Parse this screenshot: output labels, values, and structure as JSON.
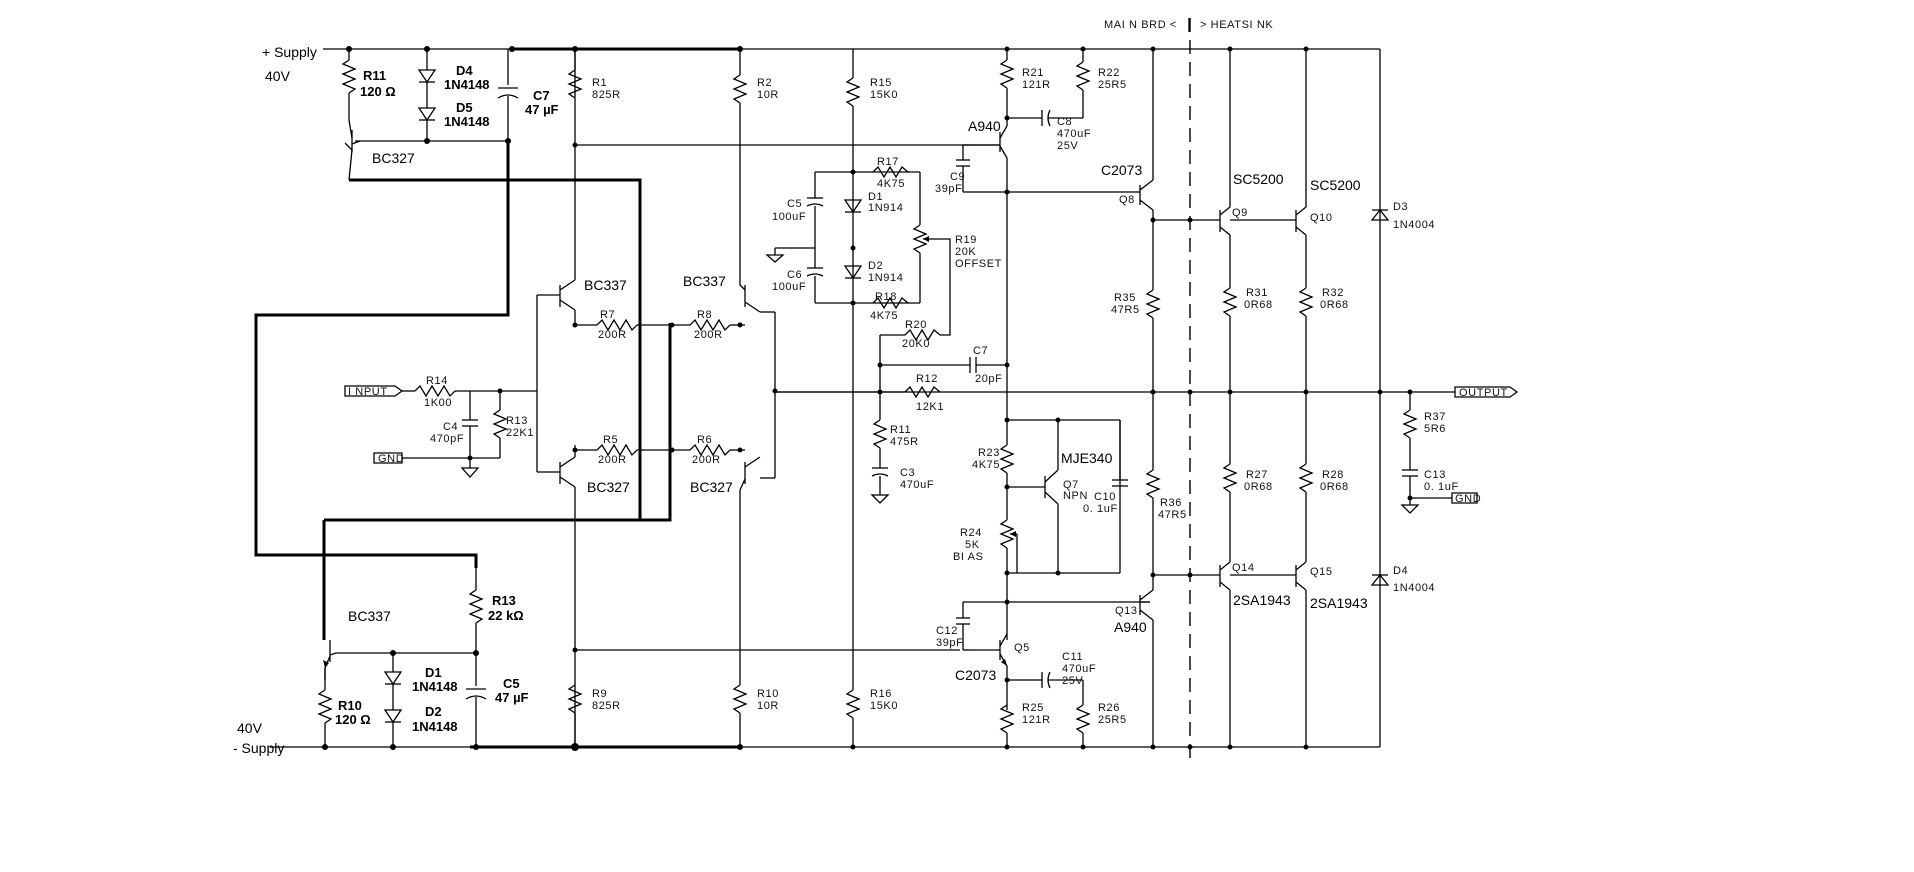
{
  "header": {
    "left": "MAI N  BRD  <",
    "right": ">  HEATSI NK"
  },
  "supply": {
    "pos_name": "+ Supply",
    "pos_volt": "40V",
    "neg_volt": "40V",
    "neg_name": "- Supply"
  },
  "ports": {
    "input": "I NPUT",
    "gnd_in": "GND",
    "output": "OUTPUT",
    "gnd_out": "GND"
  },
  "bold_parts": {
    "r11": "R11",
    "r11_v": "120 Ω",
    "d4": "D4",
    "d4_v": "1N4148",
    "d5": "D5",
    "d5_v": "1N4148",
    "c7": "C7",
    "c7_v": "47 µF",
    "r13": "R13",
    "r13_v": "22 kΩ",
    "r10": "R10",
    "r10_v": "120 Ω",
    "d1": "D1",
    "d1_v": "1N4148",
    "d2": "D2",
    "d2_v": "1N4148",
    "c5": "C5",
    "c5_v": "47 µF"
  },
  "transistor_types": {
    "bc327_top": "BC327",
    "bc337_left": "BC337",
    "bc337_mid": "BC337",
    "bc327_left": "BC327",
    "bc327_mid": "BC327",
    "bc337_bot": "BC337",
    "a940_top": "A940",
    "c2073_top": "C2073",
    "sc5200_a": "SC5200",
    "sc5200_b": "SC5200",
    "mje340": "MJE340",
    "a940_bot": "A940",
    "c2073_bot": "C2073",
    "sa1943_a": "2SA1943",
    "sa1943_b": "2SA1943"
  },
  "parts": {
    "r1": "R1",
    "r1_v": "825R",
    "r2": "R2",
    "r2_v": "10R",
    "r15": "R15",
    "r15_v": "15K0",
    "r21": "R21",
    "r21_v": "121R",
    "r22": "R22",
    "r22_v": "25R5",
    "c8": "C8",
    "c8_v": "470uF",
    "c8_v2": "25V",
    "r17": "R17",
    "r17_v": "4K75",
    "c9": "C9",
    "c9_v": "39pF",
    "c5s": "C5",
    "c5s_v": "100uF",
    "d1s": "D1",
    "d1s_v": "1N914",
    "r19": "R19",
    "r19_v": "20K",
    "r19_v2": "OFFSET",
    "c6": "C6",
    "c6_v": "100uF",
    "d2s": "D2",
    "d2s_v": "1N914",
    "r18": "R18",
    "r18_v": "4K75",
    "r20": "R20",
    "r20_v": "20K0",
    "c7s": "C7",
    "c7s_v": "20pF",
    "r12": "R12",
    "r12_v": "12K1",
    "r7": "R7",
    "r7_v": "200R",
    "r8": "R8",
    "r8_v": "200R",
    "r14": "R14",
    "r14_v": "1K00",
    "c4": "C4",
    "c4_v": "470pF",
    "r13s": "R13",
    "r13s_v": "22K1",
    "r5": "R5",
    "r5_v": "200R",
    "r6": "R6",
    "r6_v": "200R",
    "r11s": "R11",
    "r11s_v": "475R",
    "c3": "C3",
    "c3_v": "470uF",
    "r23": "R23",
    "r23_v": "4K75",
    "q7": "Q7",
    "q7_v": "NPN",
    "c10": "C10",
    "c10_v": "0. 1uF",
    "r24": "R24",
    "r24_v": "5K",
    "r24_v2": "BI AS",
    "q8": "Q8",
    "q9": "Q9",
    "q10": "Q10",
    "d3": "D3",
    "d3_v": "1N4004",
    "r35": "R35",
    "r35_v": "47R5",
    "r31": "R31",
    "r31_v": "0R68",
    "r32": "R32",
    "r32_v": "0R68",
    "r37": "R37",
    "r37_v": "5R6",
    "c13": "C13",
    "c13_v": "0. 1uF",
    "r36": "R36",
    "r36_v": "47R5",
    "r27": "R27",
    "r27_v": "0R68",
    "r28": "R28",
    "r28_v": "0R68",
    "q14": "Q14",
    "q15": "Q15",
    "d4s": "D4",
    "d4s_v": "1N4004",
    "q13": "Q13",
    "c12": "C12",
    "c12_v": "39pF",
    "q5": "Q5",
    "c11": "C11",
    "c11_v": "470uF",
    "c11_v2": "25V",
    "r9": "R9",
    "r9_v": "825R",
    "r10s": "R10",
    "r10s_v": "10R",
    "r16": "R16",
    "r16_v": "15K0",
    "r25": "R25",
    "r25_v": "121R",
    "r26": "R26",
    "r26_v": "25R5"
  }
}
